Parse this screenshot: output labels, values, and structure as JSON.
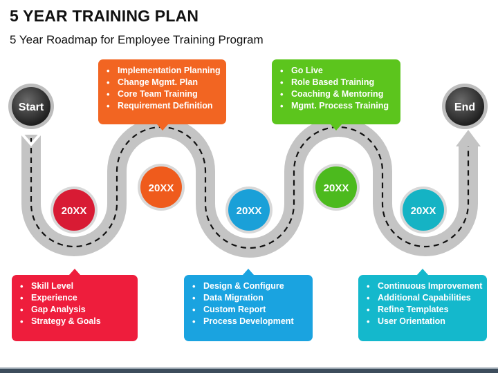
{
  "header": {
    "title": "5 YEAR TRAINING PLAN",
    "subtitle": "5 Year Roadmap for Employee Training Program"
  },
  "endpoints": {
    "start_label": "Start",
    "end_label": "End"
  },
  "milestones": [
    {
      "label": "20XX",
      "color": "#d81b34"
    },
    {
      "label": "20XX",
      "color": "#ef5b1c"
    },
    {
      "label": "20XX",
      "color": "#1aa0d8"
    },
    {
      "label": "20XX",
      "color": "#4cba1e"
    },
    {
      "label": "20XX",
      "color": "#15b3c4"
    }
  ],
  "callouts": [
    {
      "color": "#ee1d3c",
      "items": [
        "Skill Level",
        "Experience",
        "Gap Analysis",
        "Strategy & Goals"
      ]
    },
    {
      "color": "#f26522",
      "items": [
        "Implementation Planning",
        "Change Mgmt. Plan",
        "Core Team Training",
        "Requirement Definition"
      ]
    },
    {
      "color": "#1aa3e0",
      "items": [
        "Design & Configure",
        "Data Migration",
        "Custom Report",
        "Process Development"
      ]
    },
    {
      "color": "#5cc51d",
      "items": [
        "Go Live",
        "Role Based Training",
        "Coaching & Mentoring",
        "Mgmt. Process Training"
      ]
    },
    {
      "color": "#14b8cc",
      "items": [
        "Continuous Improvement",
        "Additional Capabilities",
        "Refine Templates",
        "User Orientation"
      ]
    }
  ]
}
